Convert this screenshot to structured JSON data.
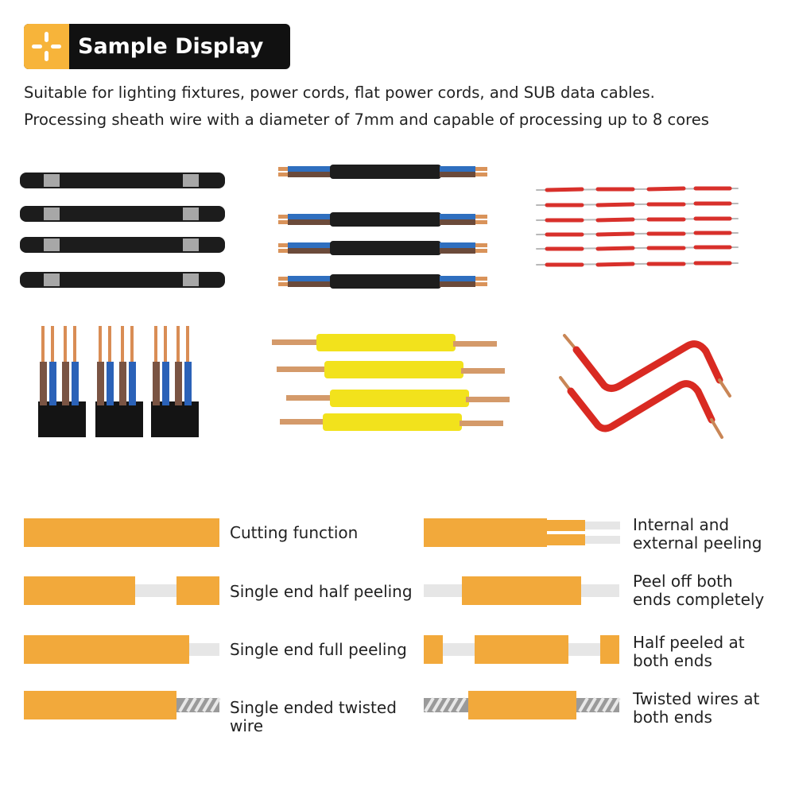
{
  "header": {
    "title": "Sample Display",
    "icon": "plus-cross-icon",
    "accent": "#f7b43a"
  },
  "intro": {
    "line1": "Suitable for lighting fixtures, power cords, flat power cords, and SUB data cables.",
    "line2": "Processing sheath wire with a diameter of 7mm and capable of processing up to 8 cores"
  },
  "samples": [
    "black-shielded-cables",
    "flat-two-core-cables",
    "red-peeled-wires",
    "stripped-multicore-cables",
    "yellow-sheathed-wires",
    "bent-red-wires"
  ],
  "functions": {
    "cutting": "Cutting function",
    "internal_external": "Internal and\nexternal peeling",
    "single_half": "Single end half peeling",
    "both_complete": "Peel off both\nends completely",
    "single_full": "Single end full peeling",
    "half_both": "Half peeled at\nboth ends",
    "single_twisted": "Single ended twisted\nwire",
    "twisted_both": "Twisted wires at\nboth ends"
  },
  "colors": {
    "sheath": "#f2a93b",
    "core": "#e6e6e6"
  }
}
